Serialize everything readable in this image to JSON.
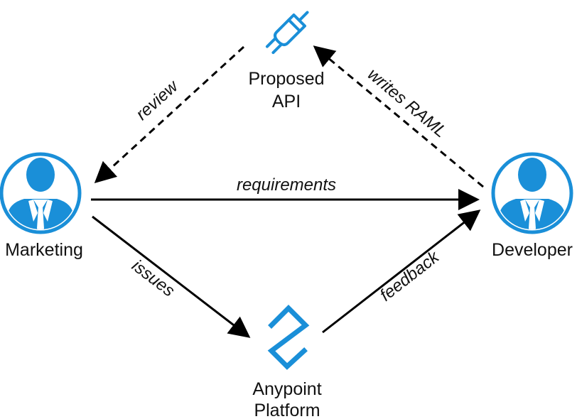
{
  "nodes": {
    "marketing": {
      "label": "Marketing",
      "icon": "person-icon"
    },
    "developer": {
      "label": "Developer",
      "icon": "person-icon"
    },
    "proposed_api": {
      "label_line1": "Proposed",
      "label_line2": "API",
      "icon": "plug-icon"
    },
    "anypoint": {
      "label_line1": "Anypoint",
      "label_line2": "Platform",
      "icon": "anypoint-logo-icon"
    }
  },
  "edges": {
    "review": {
      "label": "review",
      "style": "dashed"
    },
    "writes_raml": {
      "label": "writes RAML",
      "style": "dashed"
    },
    "requirements": {
      "label": "requirements",
      "style": "solid"
    },
    "issues": {
      "label": "issues",
      "style": "solid"
    },
    "feedback": {
      "label": "feedback",
      "style": "solid"
    }
  },
  "colors": {
    "accent": "#1a8fd8",
    "line": "#000000",
    "text": "#111111"
  }
}
